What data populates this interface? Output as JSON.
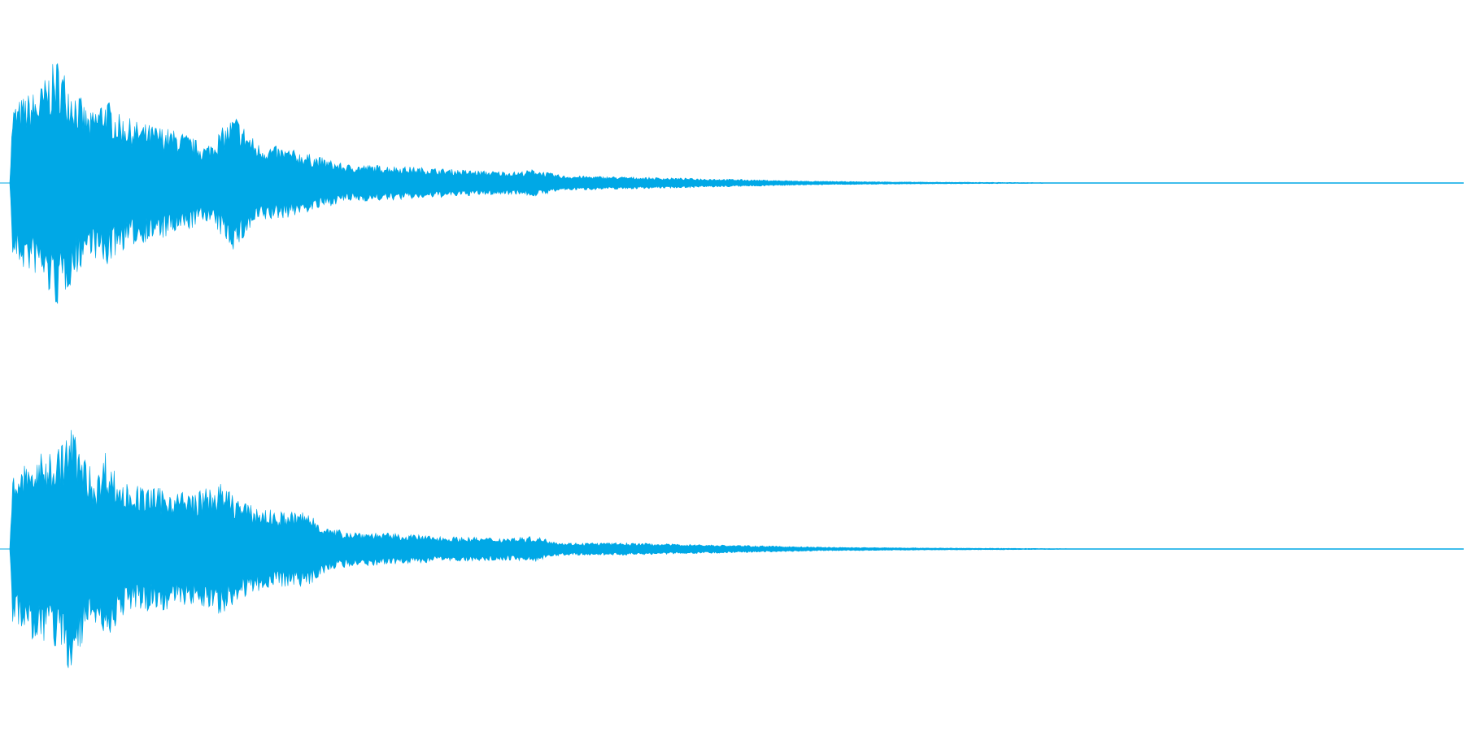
{
  "waveform": {
    "color": "#00a8e6",
    "background": "#ffffff",
    "channels": [
      {
        "name": "",
        "peak_envelope_relative_to_max": [
          {
            "t": 0.0,
            "a": 0.0
          },
          {
            "t": 0.002,
            "a": 0.62
          },
          {
            "t": 0.01,
            "a": 0.7
          },
          {
            "t": 0.02,
            "a": 0.75
          },
          {
            "t": 0.028,
            "a": 0.92
          },
          {
            "t": 0.033,
            "a": 1.0
          },
          {
            "t": 0.04,
            "a": 0.85
          },
          {
            "t": 0.048,
            "a": 0.7
          },
          {
            "t": 0.055,
            "a": 0.55
          },
          {
            "t": 0.065,
            "a": 0.7
          },
          {
            "t": 0.075,
            "a": 0.55
          },
          {
            "t": 0.09,
            "a": 0.48
          },
          {
            "t": 0.105,
            "a": 0.45
          },
          {
            "t": 0.12,
            "a": 0.4
          },
          {
            "t": 0.135,
            "a": 0.3
          },
          {
            "t": 0.155,
            "a": 0.55
          },
          {
            "t": 0.17,
            "a": 0.32
          },
          {
            "t": 0.19,
            "a": 0.28
          },
          {
            "t": 0.21,
            "a": 0.22
          },
          {
            "t": 0.23,
            "a": 0.15
          },
          {
            "t": 0.26,
            "a": 0.14
          },
          {
            "t": 0.29,
            "a": 0.12
          },
          {
            "t": 0.32,
            "a": 0.1
          },
          {
            "t": 0.35,
            "a": 0.09
          },
          {
            "t": 0.36,
            "a": 0.11
          },
          {
            "t": 0.38,
            "a": 0.06
          },
          {
            "t": 0.42,
            "a": 0.05
          },
          {
            "t": 0.46,
            "a": 0.04
          },
          {
            "t": 0.5,
            "a": 0.03
          },
          {
            "t": 0.55,
            "a": 0.015
          },
          {
            "t": 0.62,
            "a": 0.008
          },
          {
            "t": 0.7,
            "a": 0.004
          },
          {
            "t": 0.8,
            "a": 0.0
          },
          {
            "t": 1.0,
            "a": 0.0
          }
        ]
      },
      {
        "name": "",
        "peak_envelope_relative_to_max": [
          {
            "t": 0.0,
            "a": 0.0
          },
          {
            "t": 0.002,
            "a": 0.6
          },
          {
            "t": 0.012,
            "a": 0.7
          },
          {
            "t": 0.025,
            "a": 0.78
          },
          {
            "t": 0.036,
            "a": 0.85
          },
          {
            "t": 0.042,
            "a": 1.0
          },
          {
            "t": 0.052,
            "a": 0.72
          },
          {
            "t": 0.06,
            "a": 0.58
          },
          {
            "t": 0.066,
            "a": 0.8
          },
          {
            "t": 0.075,
            "a": 0.55
          },
          {
            "t": 0.09,
            "a": 0.5
          },
          {
            "t": 0.11,
            "a": 0.48
          },
          {
            "t": 0.125,
            "a": 0.45
          },
          {
            "t": 0.145,
            "a": 0.52
          },
          {
            "t": 0.165,
            "a": 0.35
          },
          {
            "t": 0.185,
            "a": 0.3
          },
          {
            "t": 0.205,
            "a": 0.3
          },
          {
            "t": 0.22,
            "a": 0.16
          },
          {
            "t": 0.24,
            "a": 0.14
          },
          {
            "t": 0.27,
            "a": 0.12
          },
          {
            "t": 0.3,
            "a": 0.1
          },
          {
            "t": 0.335,
            "a": 0.09
          },
          {
            "t": 0.362,
            "a": 0.1
          },
          {
            "t": 0.38,
            "a": 0.05
          },
          {
            "t": 0.42,
            "a": 0.05
          },
          {
            "t": 0.46,
            "a": 0.04
          },
          {
            "t": 0.5,
            "a": 0.03
          },
          {
            "t": 0.56,
            "a": 0.015
          },
          {
            "t": 0.64,
            "a": 0.008
          },
          {
            "t": 0.7,
            "a": 0.005
          },
          {
            "t": 0.8,
            "a": 0.0
          },
          {
            "t": 1.0,
            "a": 0.0
          }
        ]
      }
    ]
  }
}
